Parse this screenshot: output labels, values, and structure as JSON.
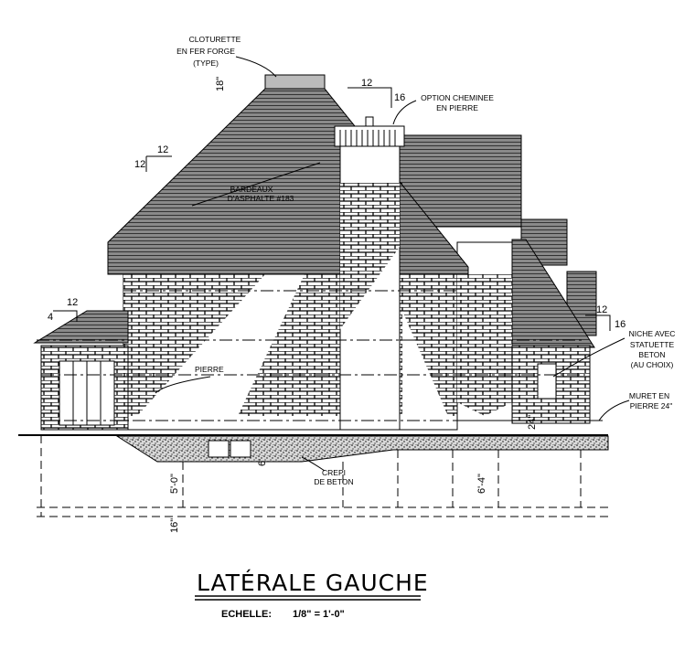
{
  "drawing": {
    "title": "LATÉRALE   GAUCHE",
    "scale_label": "ECHELLE:",
    "scale_value": "1/8\" = 1'-0\"",
    "notes": {
      "cloturette": [
        "CLOTURETTE",
        "EN FER FORGE",
        "(TYPE)"
      ],
      "cheminee": [
        "OPTION CHEMINEE",
        "EN PIERRE"
      ],
      "bardeaux": [
        "BARDEAUX",
        "D'ASPHALTE #183"
      ],
      "pierre": "PIERRE",
      "niche": [
        "NICHE AVEC",
        "STATUETTE",
        "BETON",
        "(AU CHOIX)"
      ],
      "muret": [
        "MURET EN",
        "PIERRE 24\""
      ],
      "crepi": [
        "CREPI",
        "DE BETON"
      ]
    },
    "slopes": {
      "top_run": "12",
      "top_rise": "16",
      "left_run": "12",
      "left_rise": "12",
      "porch_run": "12",
      "porch_rise": "4",
      "right_run": "12",
      "right_rise": "16"
    },
    "dimensions": {
      "railing": "18\"",
      "footing_left": "5'-0\"",
      "footing_right": "6'-4\"",
      "muret": "24\"",
      "footing_thick": "16\"",
      "window": "6'"
    }
  }
}
